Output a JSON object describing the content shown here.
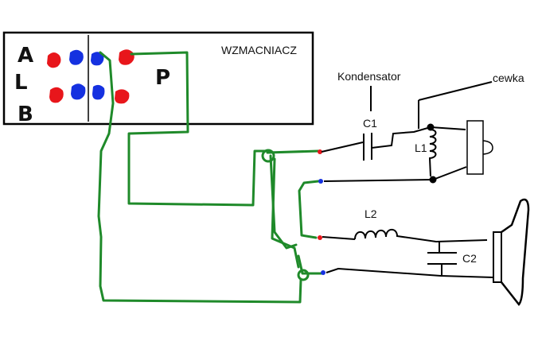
{
  "amplifier": {
    "title": "WZMACNIACZ",
    "left_channel_label": "L",
    "right_channel_label": "P",
    "terminal_a_label": "A",
    "terminal_b_label": "B"
  },
  "components": {
    "capacitor_callout": "Kondensator",
    "coil_callout": "cewka",
    "c1": "C1",
    "l1": "L1",
    "l2": "L2",
    "c2": "C2"
  },
  "colors": {
    "wire_green": "#1f8a2a",
    "terminal_red": "#e8161b",
    "terminal_blue": "#1531e0",
    "line_black": "#000000"
  }
}
